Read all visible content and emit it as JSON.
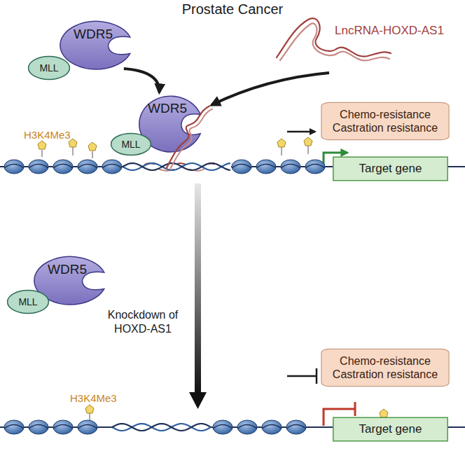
{
  "diagram": {
    "title": "Prostate Cancer",
    "nodes": [
      {
        "text": [
          "WDR5"
        ]
      },
      {
        "text": [
          "MLL"
        ]
      },
      {
        "text": [
          "WDR5"
        ]
      },
      {
        "text": [
          "MLL"
        ]
      },
      {
        "text": [
          "Chemo-resistance Castration resistance"
        ]
      },
      {
        "text": [
          "Target gene"
        ]
      },
      {
        "text": [
          "WDR5"
        ]
      },
      {
        "text": [
          "MLL"
        ]
      },
      {
        "text": [
          "Chemo-resistance Castration resistance"
        ]
      },
      {
        "text": [
          "Target gene"
        ]
      }
    ],
    "edges": [
      {
        "from": 0,
        "to": 2,
        "arrow": "to"
      }
    ],
    "labels": [
      "LncRNA-HOXD-AS1",
      "H3K4Me3",
      "H3K4Me3",
      "Knockdown of HOXD-AS1"
    ]
  }
}
